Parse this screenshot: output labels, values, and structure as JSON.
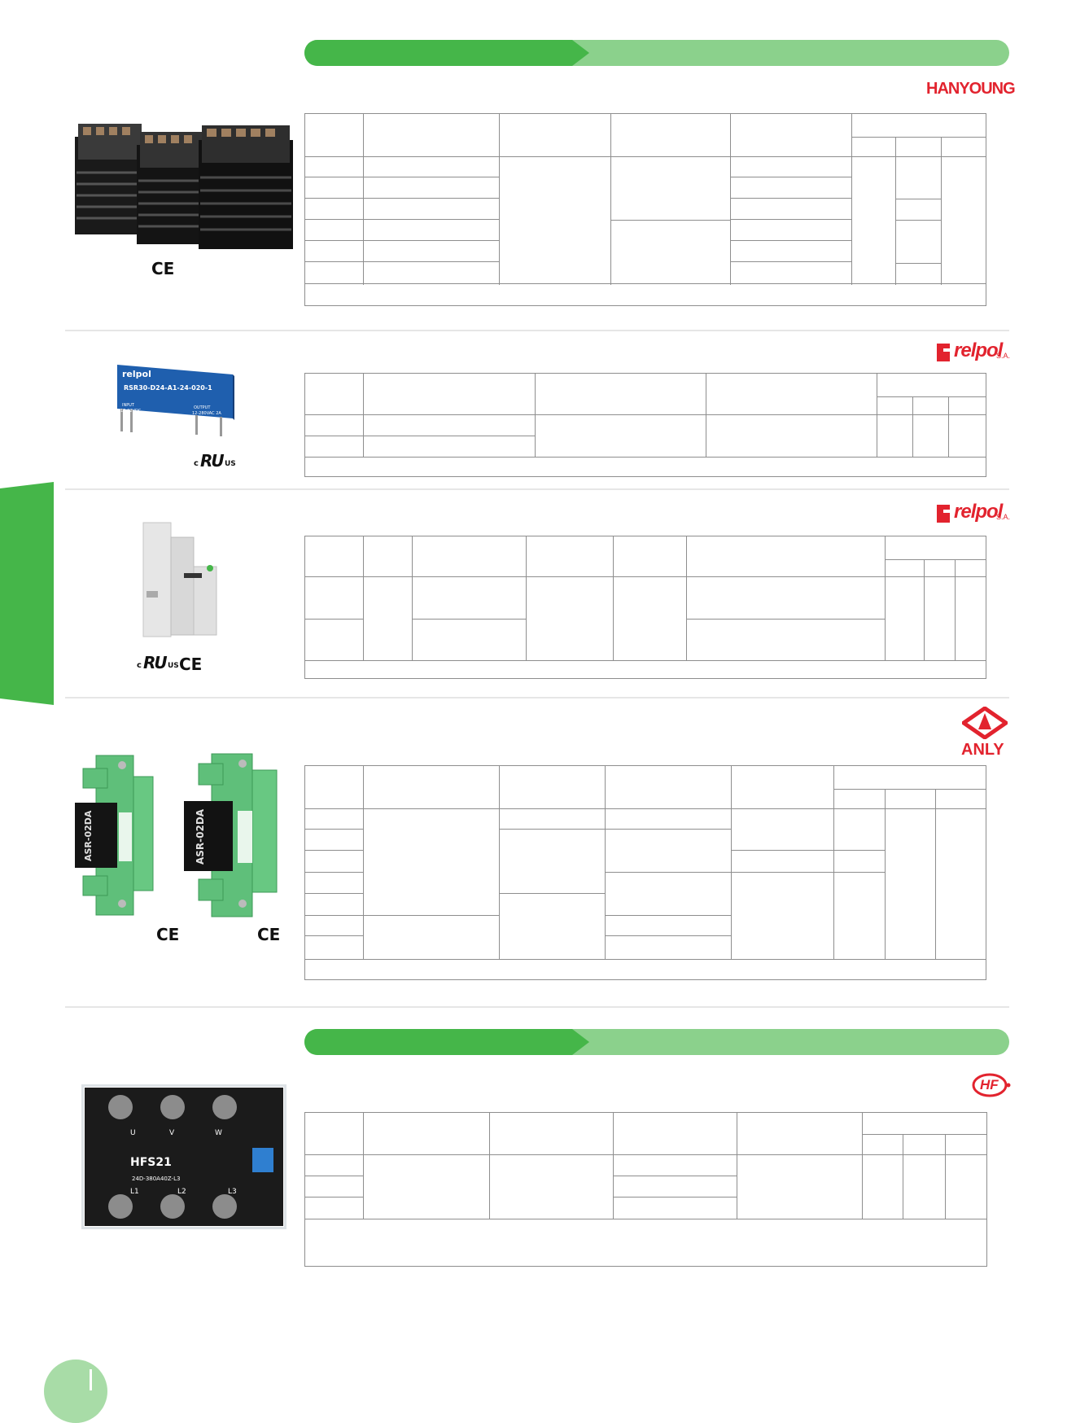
{
  "colors": {
    "band_dark": "#45b649",
    "band_light": "#8bd18c",
    "separator": "#e6e6e6",
    "grid_line": "#8e8e8e",
    "brand_red": "#e2232e",
    "side_tab": "#45b649",
    "page_circle": "#a8dca7"
  },
  "brands": {
    "hanyoung": "HANYOUNG",
    "relpol": "relpol",
    "relpol_suffix": "S.A.",
    "anly": "ANLY",
    "hf": "HF"
  },
  "product_photos": {
    "relpol_label": {
      "brand": "relpol",
      "model": "RSR30-D24-A1-24-020-1",
      "input_title": "INPUT",
      "input_value": "18-32VDC",
      "output_title": "OUTPUT",
      "output_value": "12-280VAC 2A"
    },
    "anly_model_a": "ASR-02DA",
    "anly_model_b": "ASR-02DA",
    "hf_model": "HFS21",
    "hf_sub": "24D-380A40Z-L3",
    "hf_terminals_top": [
      "U",
      "V",
      "W"
    ],
    "hf_terminals_bottom": [
      "L1",
      "L2",
      "L3"
    ]
  },
  "certifications": {
    "ce": "CE",
    "ul_c": "c",
    "ul_mark": "RU",
    "ul_us": "US"
  }
}
